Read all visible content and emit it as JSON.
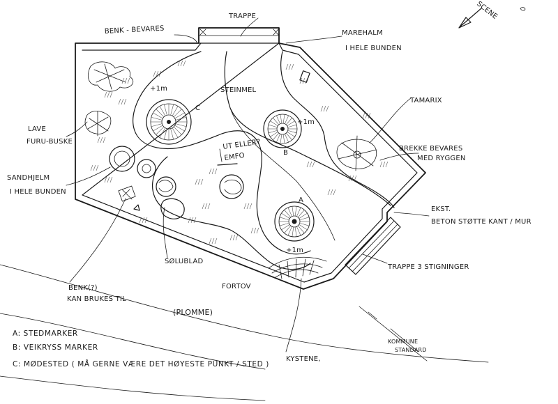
{
  "labels": {
    "scene": "SCENE",
    "trappe_top": "TRAPPE",
    "benk": "BENK - BEVARES",
    "marehalm": "MAREHALM",
    "marehalm2": "I HELE BUNDEN",
    "tamarix": "TAMARIX",
    "steinmel": "STEINMEL",
    "dim_1m_c": "+1m",
    "c_mark": "C",
    "lave_furu": "LAVE",
    "lave_furu2": "FURU-BUSKE",
    "ut_eller": "UT ELLER?",
    "emfo": "EMFO",
    "dim_1m_b": "+1m",
    "b_mark": "B",
    "bekke": "BREKKE BEVARES",
    "bekke2": "MED RYGGEN",
    "sandhjelm": "SANDHJELM",
    "sandhjelm2": "I HELE BUNDEN",
    "a_mark": "A",
    "dim_1m_a": "+1m",
    "eksist": "EKST.",
    "eksist2": "BETON STØTTE KANT / MUR",
    "trappe3": "TRAPPE 3 STIGNINGER",
    "sølublad": "SØLUBLAD",
    "benk_kan": "BENK(?)",
    "benk_kan2": "KAN BRUKES TIL",
    "fortov": "FORTOV",
    "plomme": "(PLOMME)",
    "kommune": "KOMMUNE",
    "kommune2": "STANDARD",
    "kystene": "KYSTENE,"
  },
  "legend": [
    {
      "key": "A",
      "text": "A: STEDMARKER"
    },
    {
      "key": "B",
      "text": "B: VEIKRYSS MARKER"
    },
    {
      "key": "C",
      "text": "C: MØDESTED ( MÅ GERNE VÆRE DET HØYESTE PUNKT / STED )"
    }
  ]
}
